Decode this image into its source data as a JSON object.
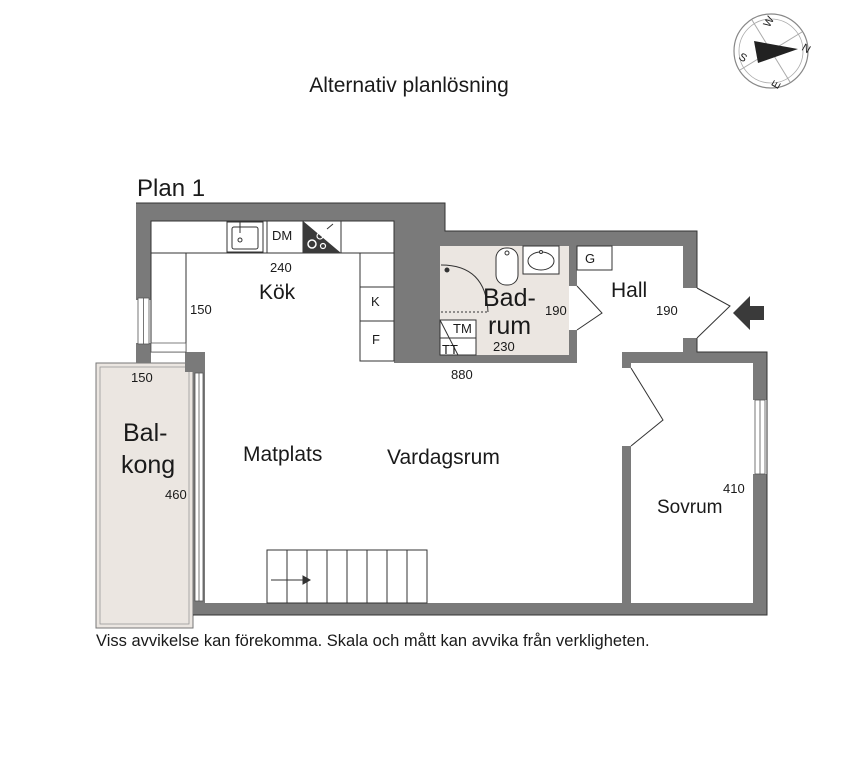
{
  "title": "Alternativ planlösning",
  "plan_label": "Plan 1",
  "footer": "Viss avvikelse kan förekomma. Skala och mått kan avvika från verkligheten.",
  "compass": {
    "n": "N",
    "s": "S",
    "e": "E",
    "w": "W"
  },
  "rooms": {
    "kitchen": "Kök",
    "bathroom_line1": "Bad-",
    "bathroom_line2": "rum",
    "hall": "Hall",
    "balcony_line1": "Bal-",
    "balcony_line2": "kong",
    "dining": "Matplats",
    "living": "Vardagsrum",
    "bedroom": "Sovrum"
  },
  "appliances": {
    "dishwasher": "DM",
    "fridge": "K",
    "freezer": "F",
    "wardrobe": "G",
    "washer": "TM",
    "dryer": "TT"
  },
  "dimensions": {
    "kitchen_width": "240",
    "kitchen_depth": "150",
    "bath_depth": "190",
    "bath_width": "230",
    "hall_depth": "190",
    "total_width": "880",
    "balcony_width": "150",
    "balcony_length": "460",
    "bedroom_length": "410"
  }
}
